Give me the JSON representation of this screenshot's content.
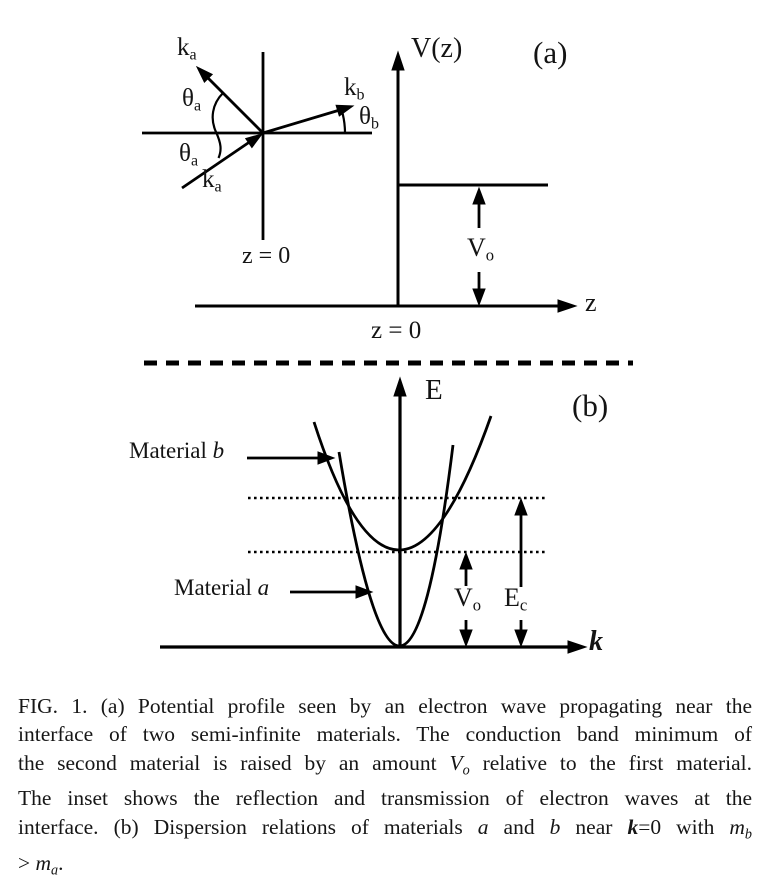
{
  "figure": {
    "panel_a": {
      "tag": "(a)",
      "y_axis_label": "V(z)",
      "x_axis_label": "z",
      "origin_label": "z = 0",
      "step_height_label": {
        "base": "V",
        "sub": "o"
      },
      "inset": {
        "k_reflected": {
          "base": "k",
          "sub": "a"
        },
        "k_incident": {
          "base": "k",
          "sub": "a"
        },
        "k_transmitted": {
          "base": "k",
          "sub": "b"
        },
        "theta_a_upper": {
          "base": "θ",
          "sub": "a"
        },
        "theta_a_lower": {
          "base": "θ",
          "sub": "a"
        },
        "theta_b": {
          "base": "θ",
          "sub": "b"
        },
        "interface_label": "z = 0"
      }
    },
    "panel_b": {
      "tag": "(b)",
      "y_axis_label": "E",
      "x_axis_label": "k",
      "material_b": {
        "base": "Material ",
        "italic": "b"
      },
      "material_a": {
        "base": "Material ",
        "italic": "a"
      },
      "vo_label": {
        "base": "V",
        "sub": "o"
      },
      "ec_label": {
        "base": "E",
        "sub": "c"
      }
    }
  },
  "caption": {
    "lines": [
      [
        {
          "t": "FIG. 1. (a) Potential profile seen by an electron wave propagating near the"
        }
      ],
      [
        {
          "t": "interface of two semi-infinite materials. The conduction band minimum of"
        }
      ],
      [
        {
          "t": "the second material is raised by an amount "
        },
        {
          "t": "V",
          "s": "i"
        },
        {
          "t": "o",
          "s": "isub"
        },
        {
          "t": " relative to the first material."
        }
      ],
      [
        {
          "t": "The inset shows the reflection and transmission of electron waves at the"
        }
      ],
      [
        {
          "t": "interface. (b) Dispersion relations of materials "
        },
        {
          "t": "a",
          "s": "i"
        },
        {
          "t": " and "
        },
        {
          "t": "b",
          "s": "i"
        },
        {
          "t": " near "
        },
        {
          "t": "k",
          "s": "bi"
        },
        {
          "t": "=0 with "
        },
        {
          "t": "m",
          "s": "i"
        },
        {
          "t": "b",
          "s": "isub"
        }
      ],
      [
        {
          "t": "> "
        },
        {
          "t": "m",
          "s": "i"
        },
        {
          "t": "a",
          "s": "isub"
        },
        {
          "t": "."
        }
      ]
    ]
  }
}
